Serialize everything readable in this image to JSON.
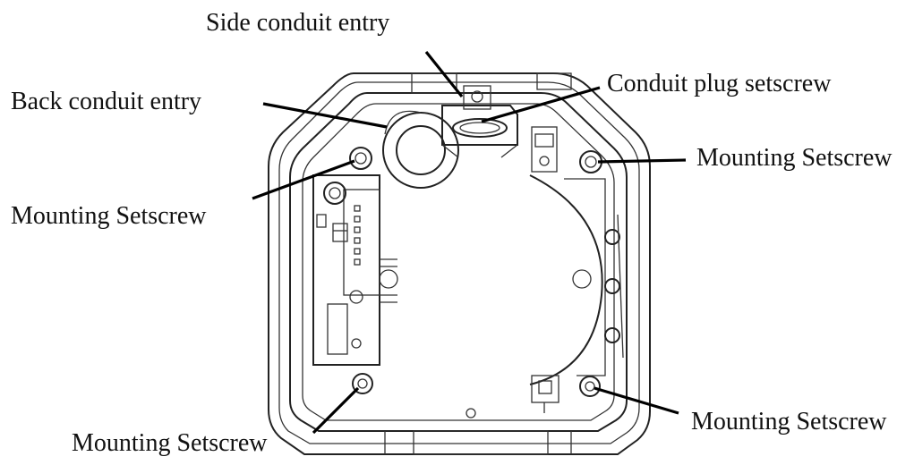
{
  "labels": {
    "side_conduit_entry": "Side conduit entry",
    "back_conduit_entry": "Back conduit entry",
    "conduit_plug_setscrew": "Conduit plug setscrew",
    "mounting_setscrew_top_right": "Mounting Setscrew",
    "mounting_setscrew_left": "Mounting Setscrew",
    "mounting_setscrew_bottom_right": "Mounting Setscrew",
    "mounting_setscrew_bottom_left": "Mounting Setscrew"
  },
  "colors": {
    "line": "#222222",
    "arrow": "#000000",
    "background": "#ffffff"
  }
}
